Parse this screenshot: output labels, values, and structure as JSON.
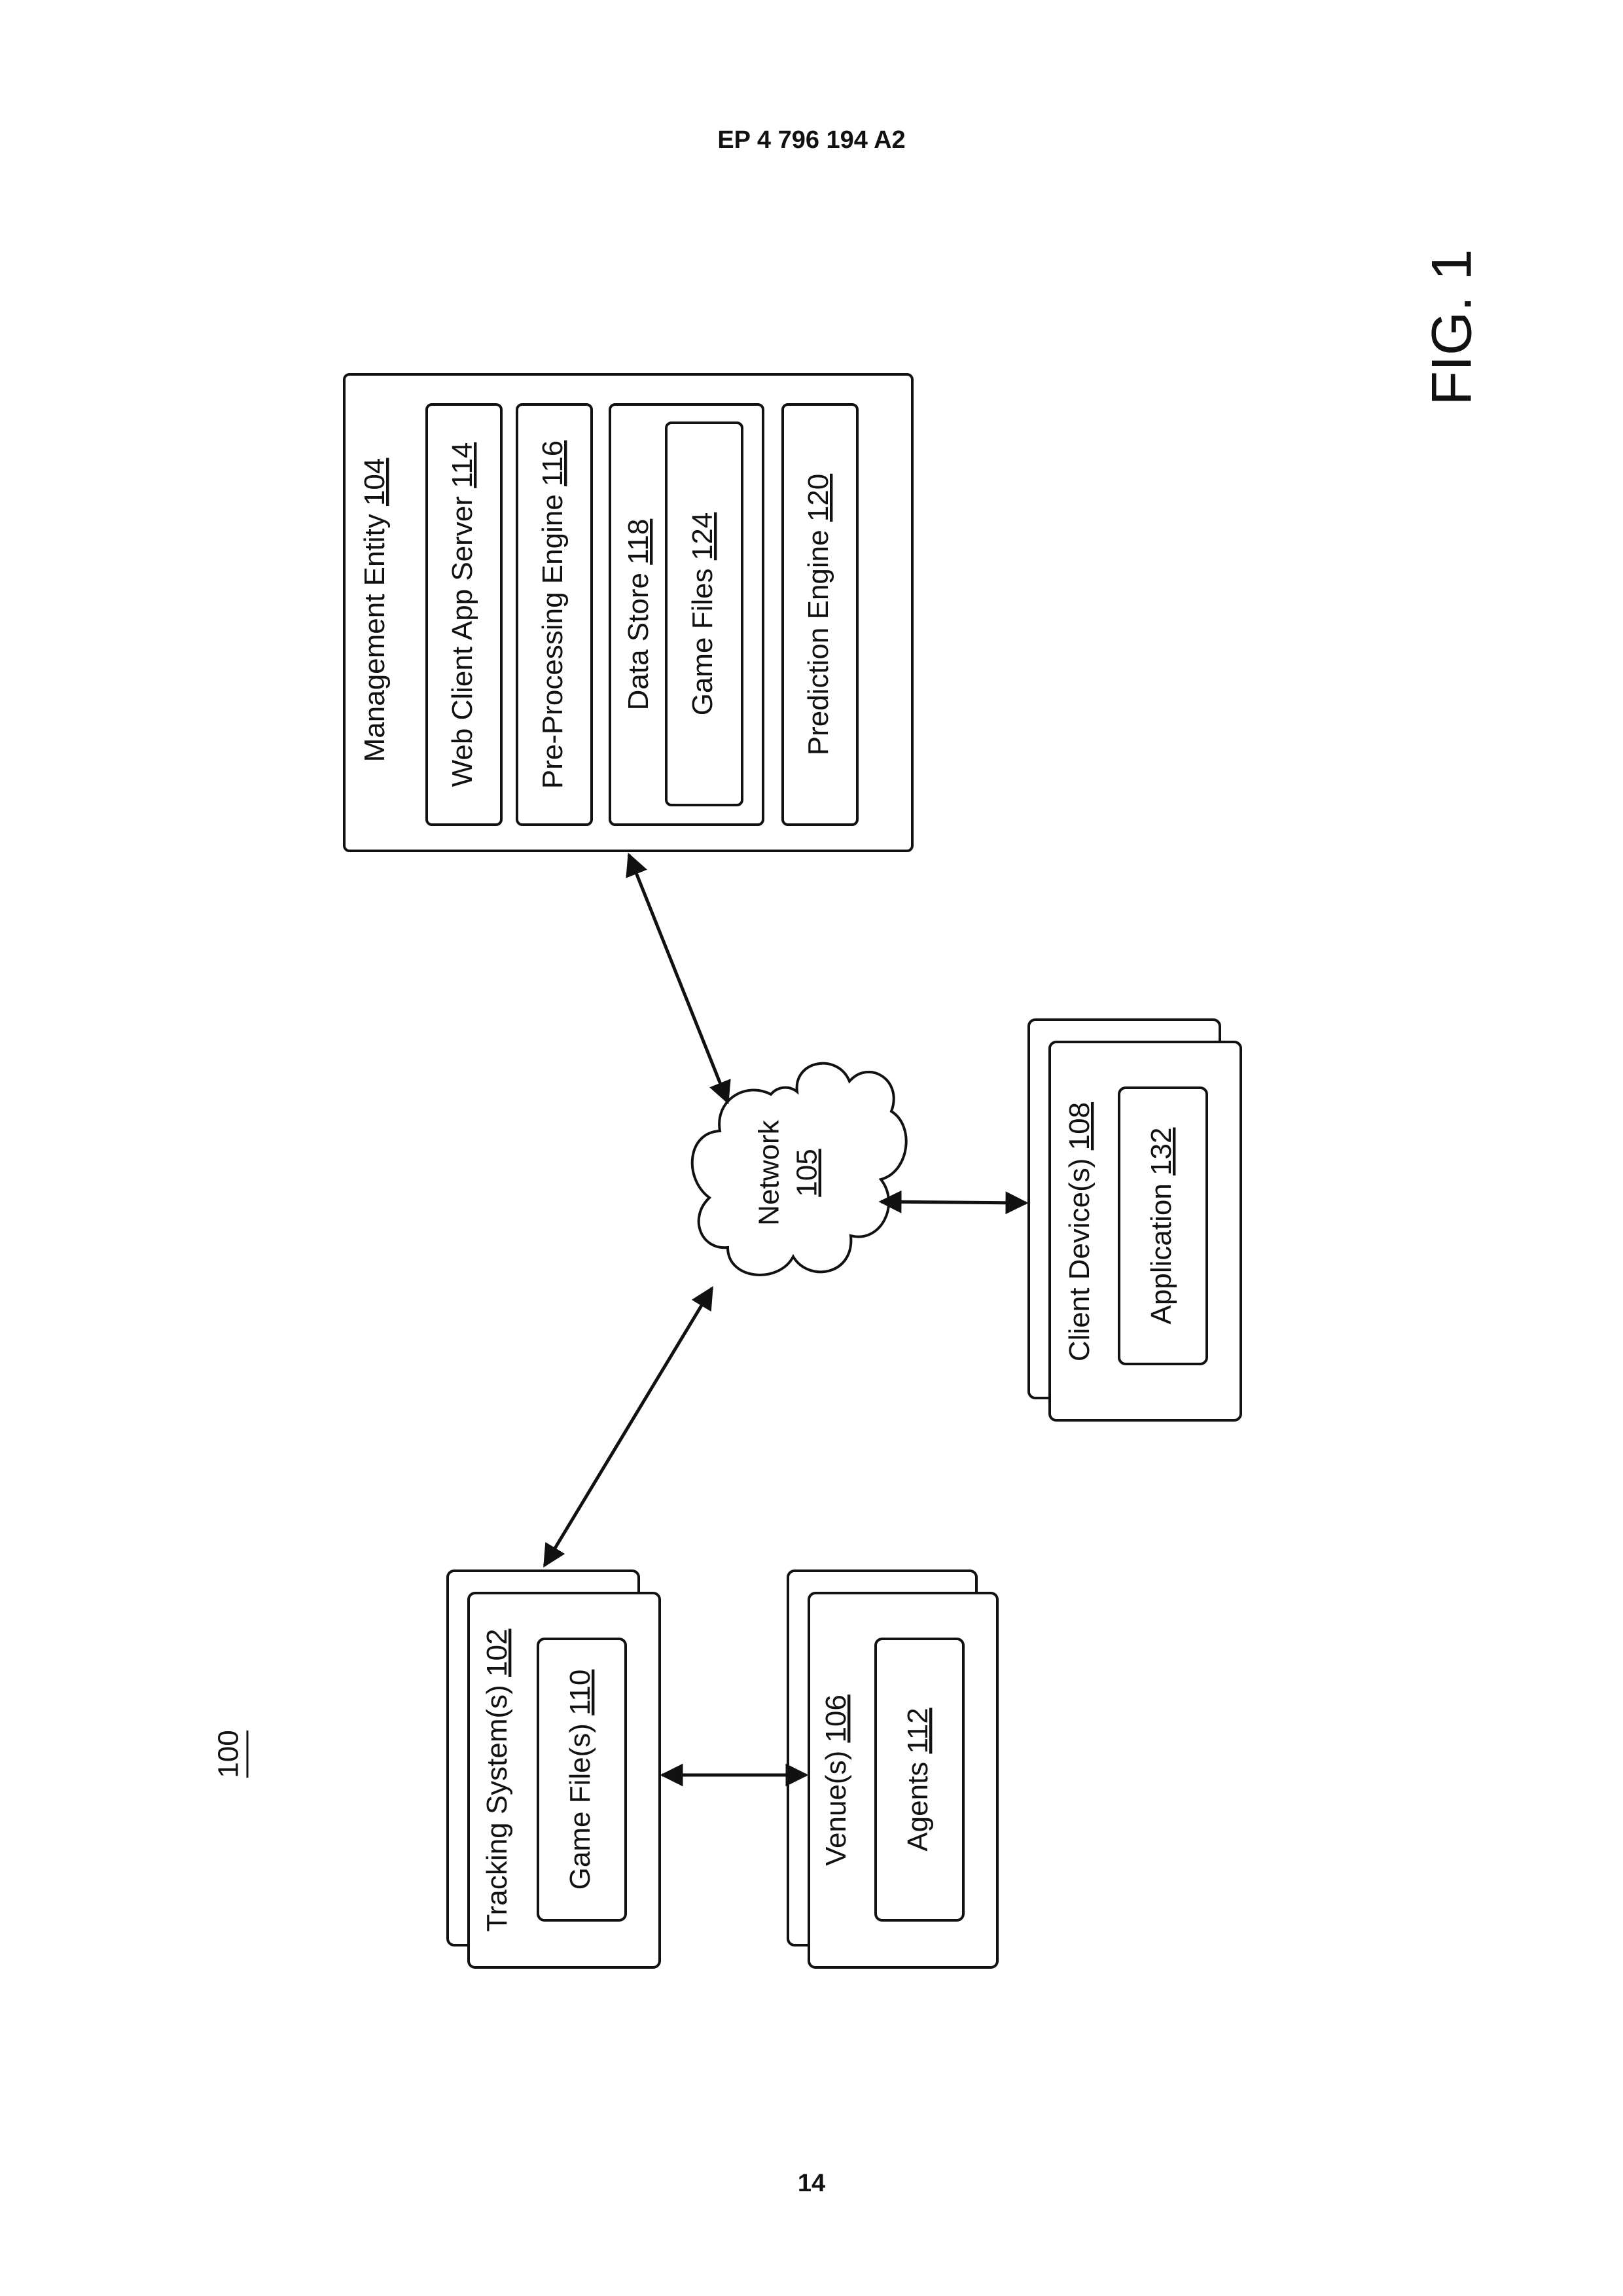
{
  "header": {
    "patent_number": "EP 4 796 194 A2"
  },
  "footer": {
    "page_number": "14"
  },
  "figure": {
    "label": "FIG. 1",
    "system_ref": "100"
  },
  "management": {
    "name": "Management Entity",
    "ref": "104",
    "web_client": {
      "name": "Web Client App Server",
      "ref": "114"
    },
    "pre_processing": {
      "name": "Pre-Processing Engine",
      "ref": "116"
    },
    "data_store": {
      "name": "Data Store",
      "ref": "118"
    },
    "game_files": {
      "name": "Game Files",
      "ref": "124"
    },
    "prediction": {
      "name": "Prediction Engine",
      "ref": "120"
    }
  },
  "network": {
    "name": "Network",
    "ref": "105"
  },
  "client": {
    "name": "Client Device(s)",
    "ref": "108",
    "application": {
      "name": "Application",
      "ref": "132"
    }
  },
  "tracking": {
    "name": "Tracking System(s)",
    "ref": "102",
    "game_file": {
      "name": "Game File(s)",
      "ref": "110"
    }
  },
  "venue": {
    "name": "Venue(s)",
    "ref": "106",
    "agents": {
      "name": "Agents",
      "ref": "112"
    }
  }
}
